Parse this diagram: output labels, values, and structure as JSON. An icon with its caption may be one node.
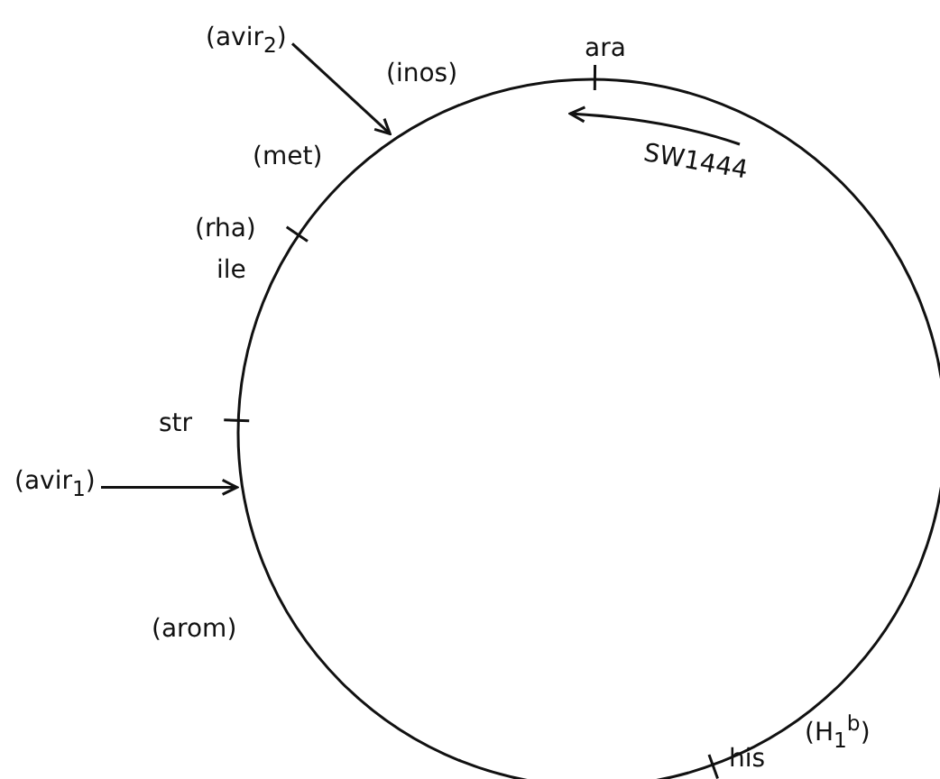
{
  "diagram": {
    "nodes": [
      {
        "text": [],
        "shape": "circle"
      },
      {
        "text": [
          "(avir$_{2}$)"
        ]
      },
      {
        "text": [
          "(avir$_{1}$)"
        ]
      }
    ],
    "edges": [
      {
        "from": 1,
        "to": 0,
        "arrow": "to"
      },
      {
        "from": 2,
        "to": 0,
        "arrow": "to"
      }
    ],
    "labels": [
      "(inos)",
      "ara",
      "SW1444",
      "(met)",
      "(rha)",
      "ile",
      "str",
      "(arom)",
      "(H$_{1}$$^{b}$)",
      "his"
    ]
  }
}
